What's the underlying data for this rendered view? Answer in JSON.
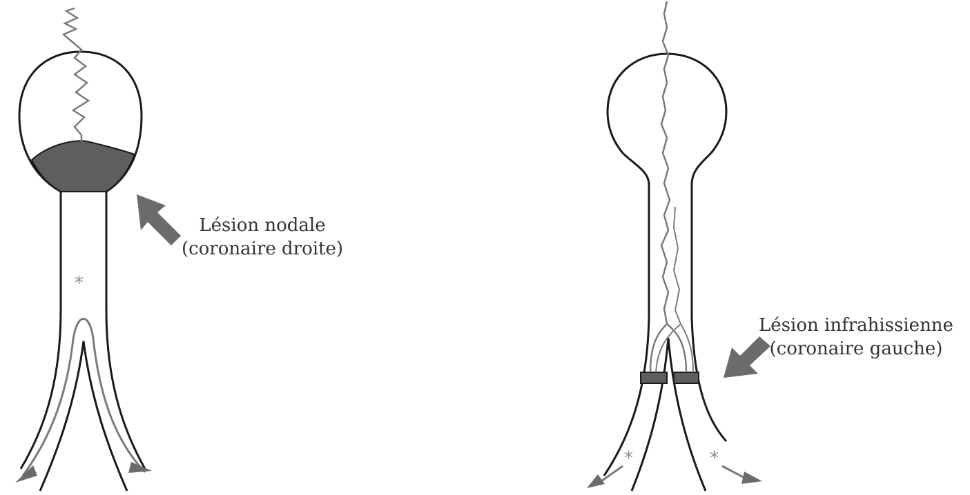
{
  "labels": {
    "nodal": {
      "line1": "Lésion nodale",
      "line2": "(coronaire droite)"
    },
    "infrahissienne": {
      "line1": "Lésion infrahissienne",
      "line2": "(coronaire gauche)"
    }
  },
  "markers": {
    "asterisk": "*"
  },
  "colors": {
    "outline": "#1a1a1a",
    "conduction_path": "#7a7a7a",
    "lesion_fill": "#5e5e5e",
    "arrow": "#6b6b6b"
  }
}
